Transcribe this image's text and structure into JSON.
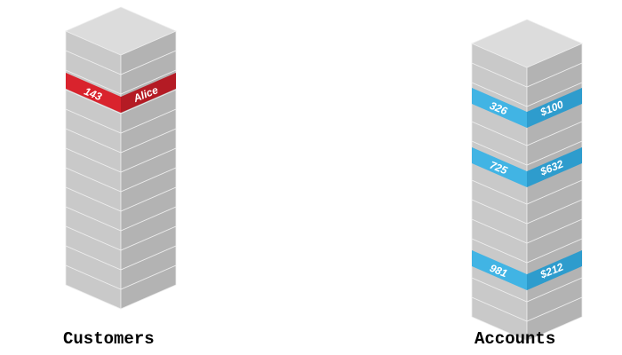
{
  "tables": [
    {
      "name": "Customers",
      "highlight_color": "#d9232d",
      "rows": [
        {
          "id": "143",
          "value": "Alice"
        }
      ]
    },
    {
      "name": "Accounts",
      "highlight_color": "#41b4e4",
      "rows": [
        {
          "id": "326",
          "value": "$100"
        },
        {
          "id": "725",
          "value": "$632"
        },
        {
          "id": "981",
          "value": "$212"
        }
      ]
    }
  ]
}
